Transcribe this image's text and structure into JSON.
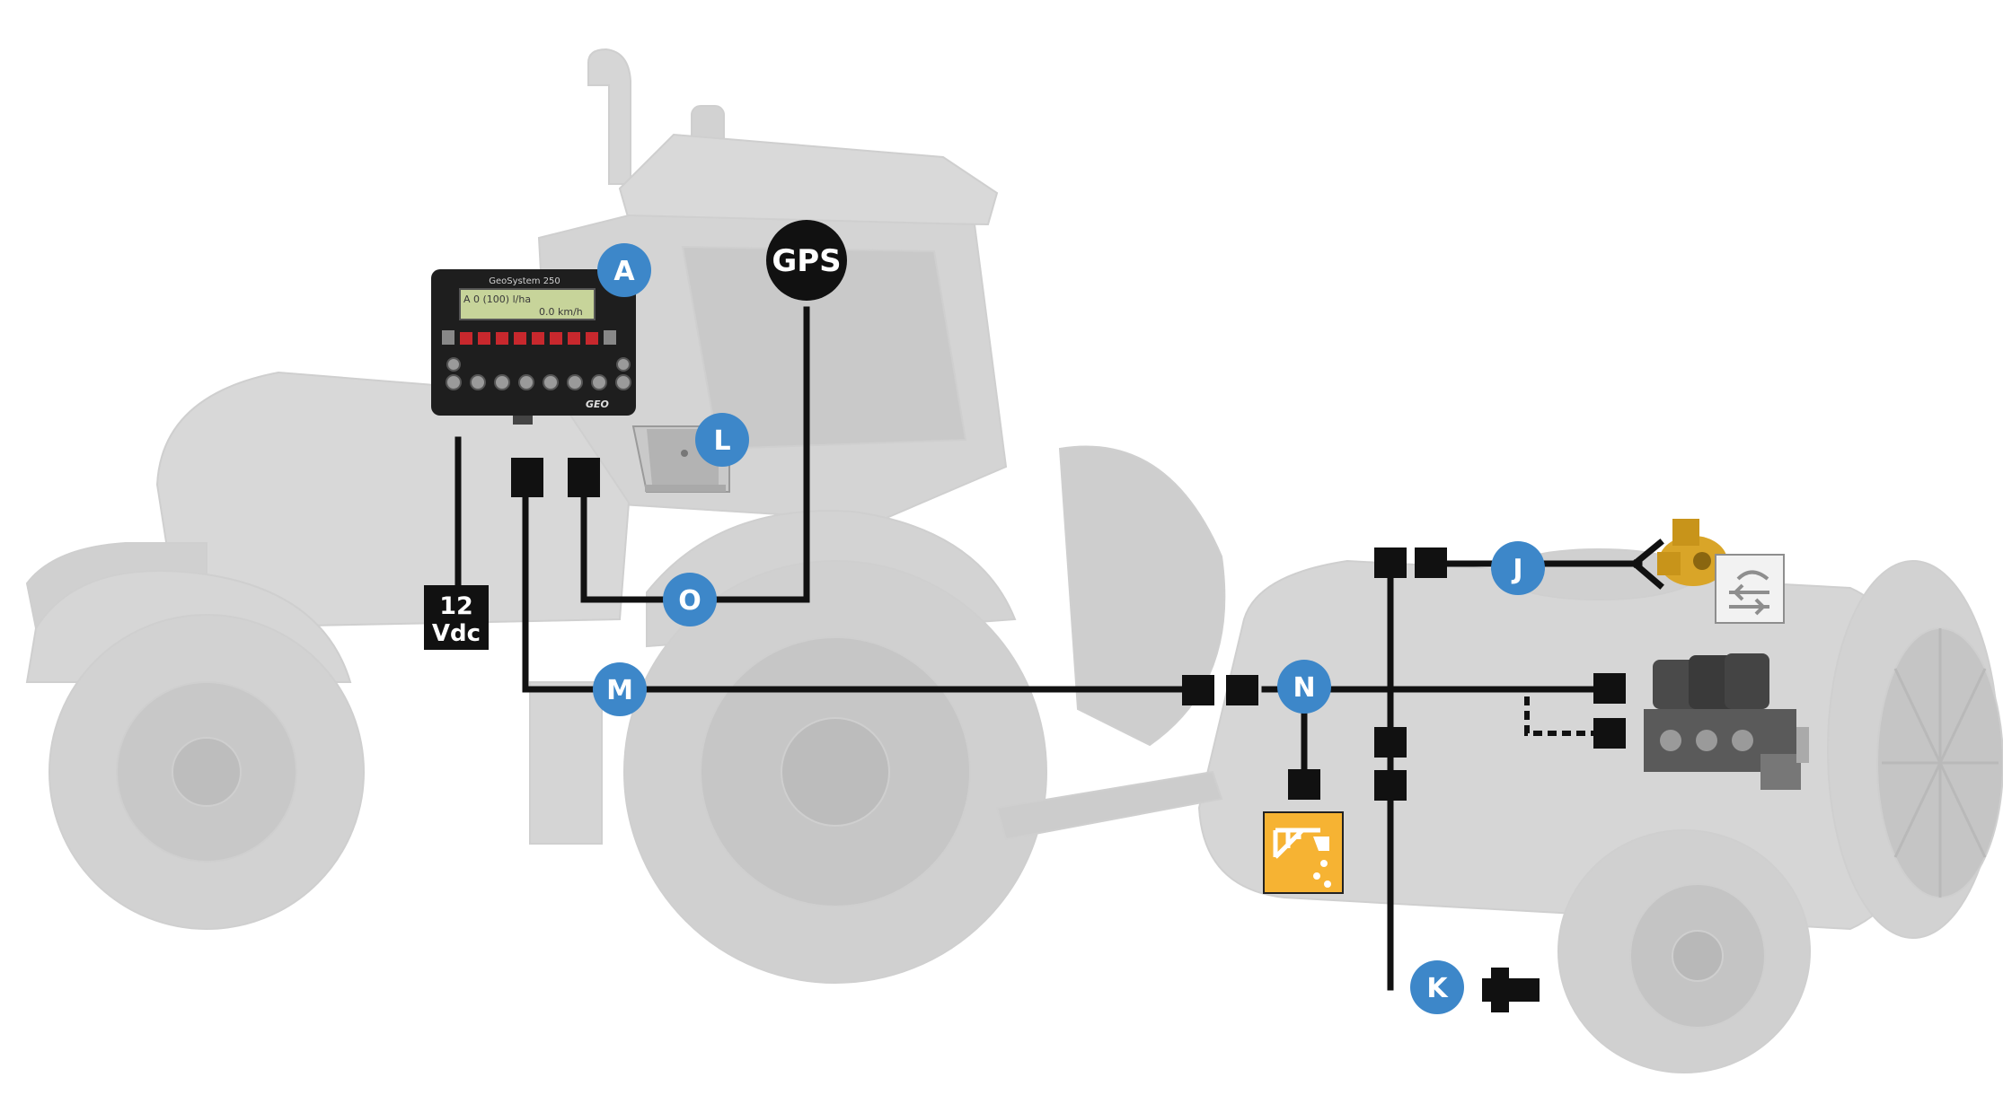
{
  "badges": {
    "a": "A",
    "l": "L",
    "o": "O",
    "m": "M",
    "n": "N",
    "j": "J",
    "k": "K"
  },
  "gps_label": "GPS",
  "power": {
    "line1": "12",
    "line2": "Vdc"
  },
  "console": {
    "model": "GeoSystem 250",
    "display_line1": "A  0 (100) l/ha",
    "display_line2": "0.0 km/h",
    "brand": "GEO"
  },
  "colors": {
    "badge_blue": "#3d87c9",
    "cable": "#111111",
    "machine_grey": "#dcdcdc",
    "console_body": "#1e1e1e",
    "lcd_green": "#c7d49a",
    "key_red": "#c8282d",
    "boom_icon_bg": "#f6b333"
  },
  "icons": {
    "gps": "gps-receiver-icon",
    "boom": "boom-sprayer-icon",
    "valve": "control-valve-icon",
    "flow": "flow-meter-icon",
    "speed": "speed-sensor-icon",
    "unit": "control-unit-box-icon",
    "pump": "pump-icon"
  }
}
